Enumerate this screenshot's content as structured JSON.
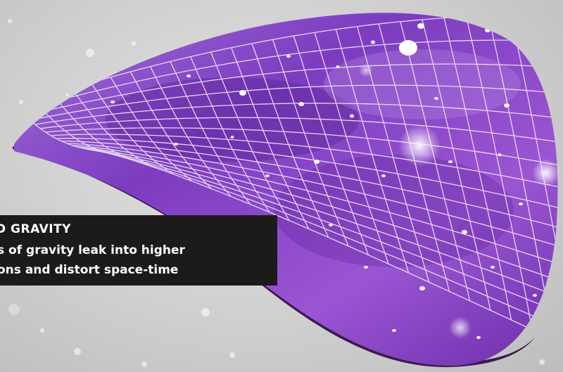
{
  "caption": {
    "title": "D GRAVITY",
    "line1": "s of gravity leak into higher",
    "line2": "ons and distort space-time"
  },
  "colors": {
    "background": "#cfcfcf",
    "surface_purple": "#8a3fc4",
    "grid": "#efe3ff",
    "caption_bg": "#1c1a1a",
    "caption_text": "#ffffff"
  }
}
